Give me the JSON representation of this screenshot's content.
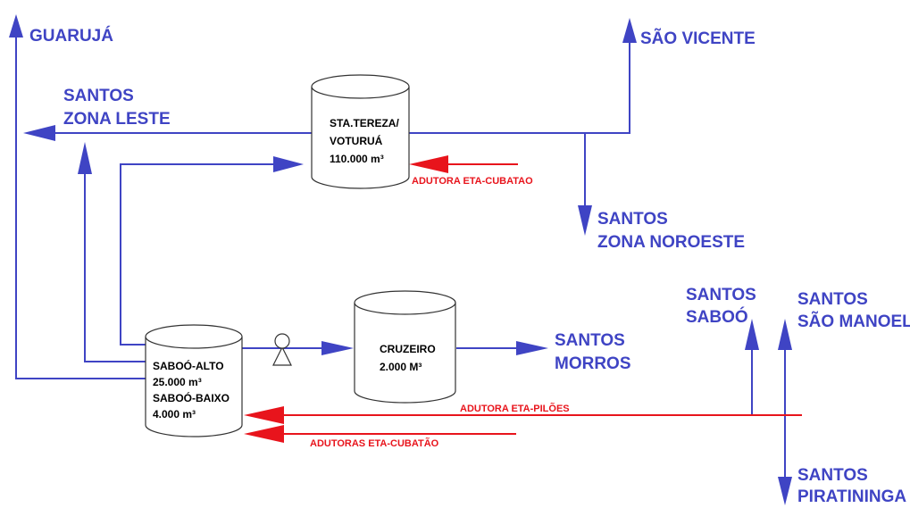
{
  "destinations": {
    "guaruja": "GUARUJÁ",
    "sao_vicente": "SÃO VICENTE",
    "zona_leste": [
      "SANTOS",
      "ZONA LESTE"
    ],
    "zona_noroeste": [
      "SANTOS",
      "ZONA NOROESTE"
    ],
    "saboo": [
      "SANTOS",
      "SABOÓ"
    ],
    "sao_manoel": [
      "SANTOS",
      "SÃO MANOEL"
    ],
    "morros": [
      "SANTOS",
      "MORROS"
    ],
    "piratininga": [
      "SANTOS",
      "PIRATININGA"
    ]
  },
  "tanks": {
    "sta_tereza": [
      "STA.TEREZA/",
      "VOTURUÁ",
      "110.000 m³"
    ],
    "saboo": [
      "SABOÓ-ALTO",
      "25.000 m³",
      "SABOÓ-BAIXO",
      "4.000 m³"
    ],
    "cruzeiro": [
      "CRUZEIRO",
      "2.000 M³"
    ]
  },
  "mains": {
    "eta_cubatao_upper": "ADUTORA ETA-CUBATAO",
    "eta_piloes": "ADUTORA ETA-PILÕES",
    "eta_cubatao_lower": "ADUTORAS ETA-CUBATÃO"
  },
  "colors": {
    "flow_blue": "#3f44c4",
    "supply_red": "#e8141c"
  }
}
